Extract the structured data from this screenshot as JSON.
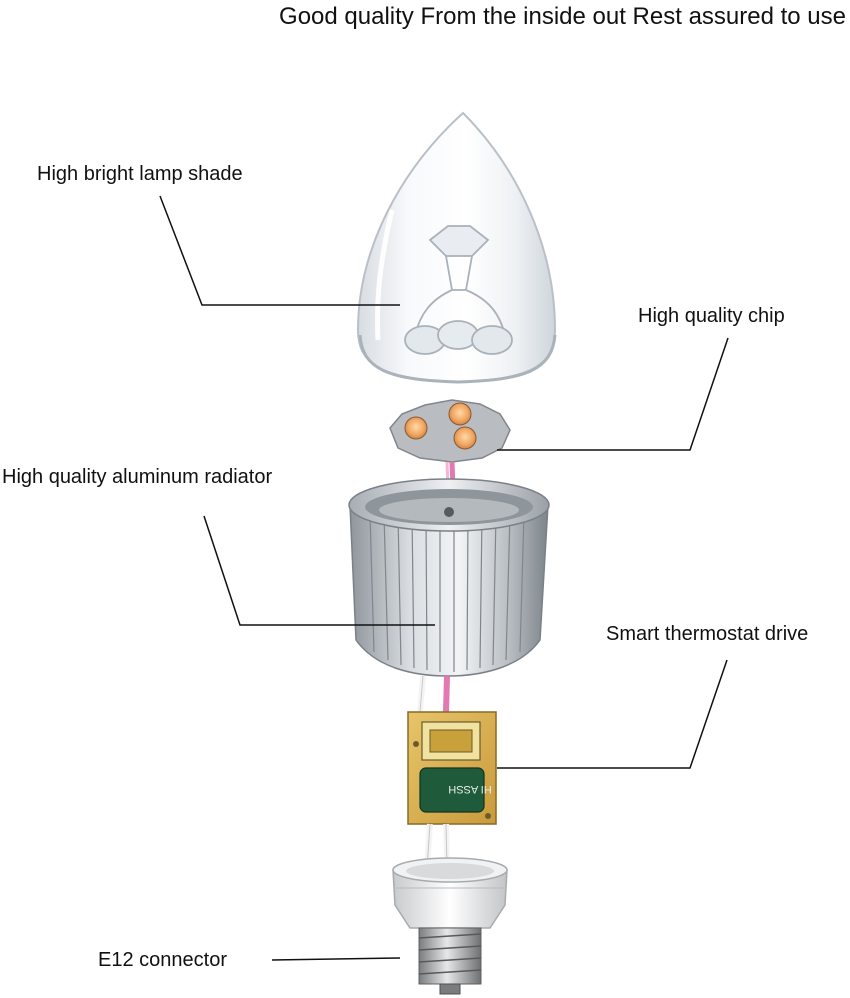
{
  "title": "Good quality From the inside out Rest assured to use",
  "callouts": {
    "lamp_shade": "High bright lamp shade",
    "chip": "High quality chip",
    "radiator": "High quality aluminum radiator",
    "drive": "Smart thermostat drive",
    "connector": "E12 connector"
  },
  "driver_board_marking": "HI ASSH",
  "colors": {
    "led_chip": "#f0a763",
    "pcb_green": "#1f5b3a",
    "wire_pink": "#e07ab0",
    "aluminum": "#c9ccd0"
  }
}
